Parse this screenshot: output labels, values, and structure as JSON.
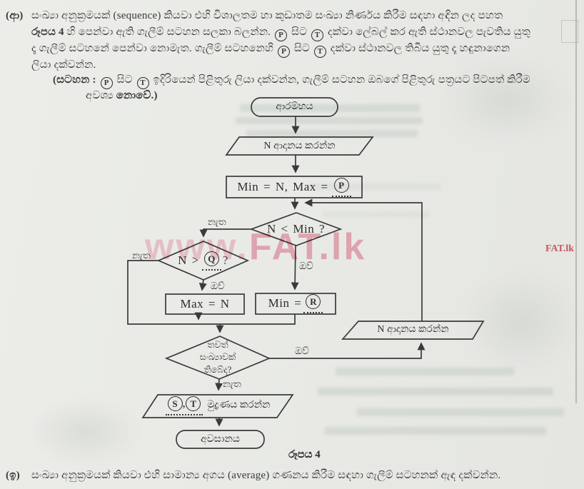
{
  "intro": {
    "part_label": "(ආ)",
    "line1": "සංඛ්‍යා අනුක්‍රමයක් (sequence) කියවා එහි විශාලතම හා කුඩාතම සංඛ්‍යා නිර්ණය කිරීම සඳහා අඳින ලද පහත",
    "line2_bold": "රූපය 4",
    "line2_a": "හි පෙන්වා ඇති ගැලීම් සටහන සලකා බලන්න.",
    "sita": "සිට",
    "line2_c": "දක්වා ලේබල් කර ඇති ස්ථානවල පැවතිය යුතු",
    "line3_a": "දෑ ගැලීම් සටහනේ පෙන්වා නොමැත. ගැලීම් සටහනෙහි",
    "line3_c": "දක්වා ස්ථානවල තිබිය යුතු දෑ හඳුනාගෙන",
    "line4": "ලියා දක්වන්න.",
    "note_label": "(සටහන :",
    "note_a": "ඉදිරියෙන් පිළිතුරු ලියා දක්වන්න, ගැලීම් සටහන ඔබගේ පිළිතුරු පත්‍රයට පිටපත් කිරීම",
    "note_line2_a": "අවශ්‍ය",
    "note_line2_bold": "නොවේ.)"
  },
  "letters": {
    "p": "P",
    "q": "Q",
    "r": "R",
    "s": "S",
    "t": "T"
  },
  "flowchart": {
    "start": "ආරම්භය",
    "input_n": "N ආදානය කරන්න",
    "init_prefix": "Min = N, Max =",
    "decision1": "N < Min ?",
    "decision2_prefix": "N >",
    "decision2_suffix": "?",
    "max_assign": "Max = N",
    "min_prefix": "Min =",
    "decision3": {
      "l1": "තවත්",
      "l2": "සංඛ්‍යාවක්",
      "l3": "තිබේද?"
    },
    "input_n_right": "N ආදානය කරන්න",
    "print_separator": ",",
    "print_text": "මුද්‍රණය කරන්න",
    "end": "අවසානය",
    "yes_label": "ඔව්",
    "no_label": "නැත"
  },
  "figure": {
    "caption": "රූපය 4"
  },
  "question2": {
    "part_label": "(ඉ)",
    "text": "සංඛ්‍යා අනුක්‍රමයක් කියවා එහි සාමාන්‍ය අගය (average) ගණනය කිරීම සඳහා ගැලීම් සටහනක් ඇඳ දක්වන්න."
  },
  "watermark": {
    "prefix": "www.",
    "main": "FAT.lk",
    "small": "FAT.lk"
  },
  "colors": {
    "ink": "#2d2d2d",
    "watermark_pink": "#f0a0b3",
    "watermark_light_pink": "#f6c3d0",
    "watermark_red": "#d94f5c",
    "paper": "#e9eae6"
  }
}
